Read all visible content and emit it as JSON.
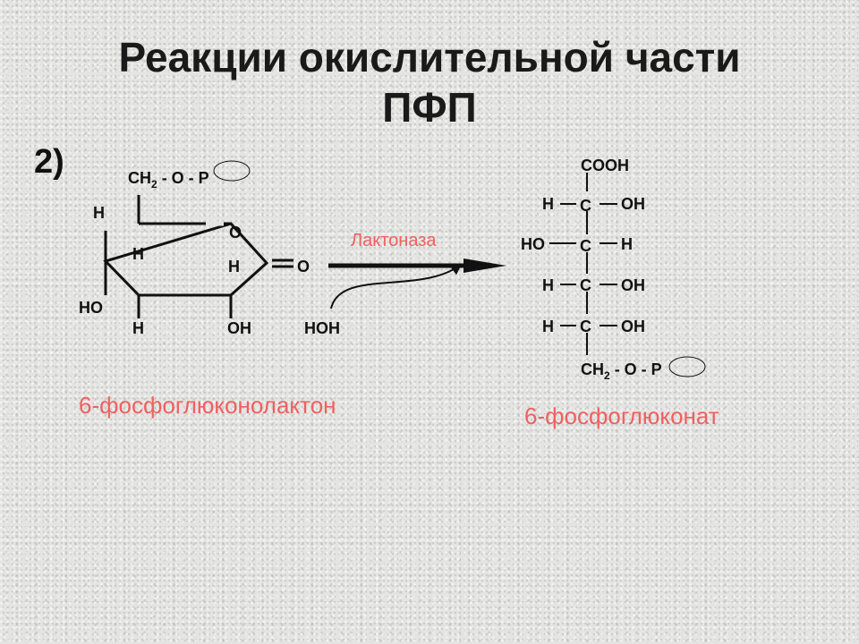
{
  "title_line1": "Реакции окислительной части",
  "title_line2": "ПФП",
  "step": "2)",
  "enzyme": "Лактоназа",
  "water": "HOH",
  "lactone": {
    "ch2": "CH",
    "ch2_sub": "2",
    "ch2_rest": " - O - P",
    "h_top": "H",
    "h_c4": "H",
    "ho": "HO",
    "h_c3": "H",
    "oh_c2": "OH",
    "h_c2": "H",
    "ring_o": "O",
    "carbonyl_o": "O"
  },
  "gluconate": {
    "cooh": "COOH",
    "rows": [
      {
        "left": "H",
        "c": "C",
        "right": "OH"
      },
      {
        "left": "HO",
        "c": "C",
        "right": "H"
      },
      {
        "left": "H",
        "c": "C",
        "right": "OH"
      },
      {
        "left": "H",
        "c": "C",
        "right": "OH"
      }
    ],
    "ch2": "CH",
    "ch2_sub": "2",
    "ch2_rest": " - O - P"
  },
  "caption_left": "6-фосфоглюконолактон",
  "caption_right": "6-фосфоглюконат",
  "colors": {
    "accent": "#f06060",
    "text": "#111111"
  }
}
